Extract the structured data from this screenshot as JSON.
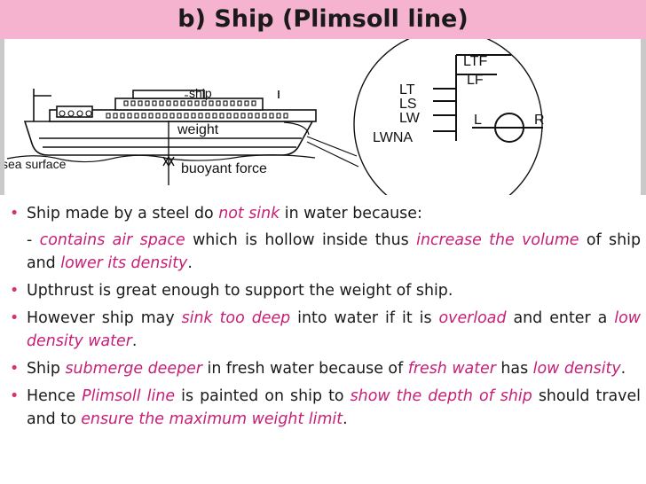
{
  "title": "b) Ship (Plimsoll line)",
  "figure": {
    "labels": {
      "ship": "ship",
      "weight": "weight",
      "sea_surface": "sea surface",
      "buoyant_force": "buoyant force",
      "ltf": "LTF",
      "lf": "LF",
      "lt": "LT",
      "ls": "LS",
      "lw": "LW",
      "lwna": "LWNA",
      "l": "L",
      "r": "R"
    }
  },
  "bullets": {
    "b1": {
      "t1": "Ship made by a steel do ",
      "e1": "not sink",
      "t2": " in water because:"
    },
    "sub": {
      "t1": "- ",
      "e1": "contains air space",
      "t2": " which is hollow inside thus ",
      "e2": "increase the volume",
      "t3": " of ship and ",
      "e3": "lower its density",
      "t4": "."
    },
    "b2": {
      "t1": "Upthrust is great enough to support the weight of ship."
    },
    "b3": {
      "t1": "However ship may ",
      "e1": "sink too deep",
      "t2": " into water if it is ",
      "e2": "overload",
      "t3": " and enter a ",
      "e3": "low density water",
      "t4": "."
    },
    "b4": {
      "t1": "Ship ",
      "e1": "submerge deeper",
      "t2": " in fresh water because of ",
      "e2": "fresh water",
      "t3": " has ",
      "e3": "low density",
      "t4": "."
    },
    "b5": {
      "t1": "Hence ",
      "e1": "Plimsoll line",
      "t2": " is painted on ship to ",
      "e2": "show the depth of ship",
      "t3": " should travel and to ",
      "e3": "ensure the maximum weight limit",
      "t4": "."
    }
  },
  "colors": {
    "title_bar": "#f6b3cf",
    "emphasis": "#c51f76",
    "bullet": "#d8326f"
  }
}
